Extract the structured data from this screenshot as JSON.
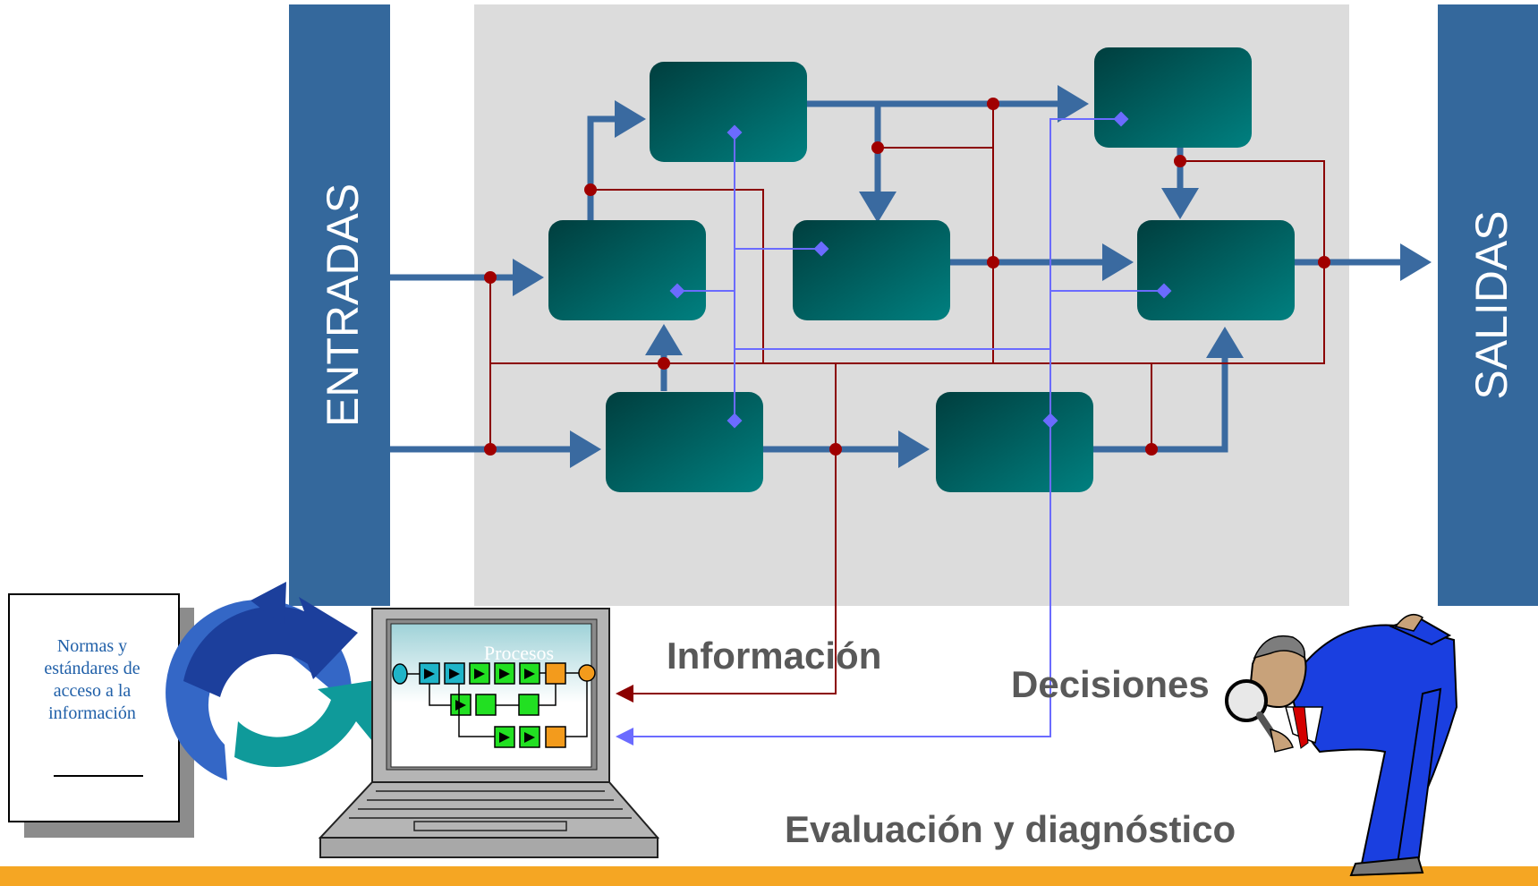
{
  "labels": {
    "entradas": "ENTRADAS",
    "salidas": "SALIDAS",
    "informacion": "Información",
    "decisiones": "Decisiones",
    "evaluacion": "Evaluación y diagnóstico",
    "screen_title": "Procesos"
  },
  "document": {
    "lines": [
      "Normas y",
      "estándares de",
      "acceso a la",
      "información"
    ]
  },
  "colors": {
    "bar_blue": "#34689c",
    "process_area": "#dcdcdc",
    "flow_arrow": "#3a6aa0",
    "info_line": "#8b0000",
    "decision_line": "#6b6bff",
    "bottom_stripe": "#f5a623",
    "box_dark": "#003f3f",
    "box_light": "#008080"
  },
  "icons": [
    "recycle-arrows-icon",
    "laptop-icon",
    "inspector-with-magnifier-icon"
  ]
}
